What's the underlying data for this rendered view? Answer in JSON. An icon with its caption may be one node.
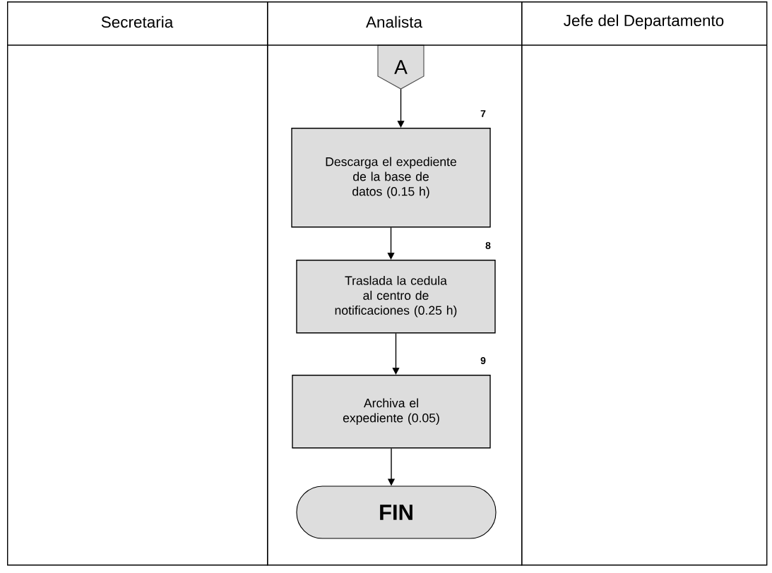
{
  "diagram": {
    "nodes": [
      {
        "text": [
          "Secretaria"
        ]
      },
      {
        "text": [
          "Analista"
        ]
      },
      {
        "text": [
          "Jefe del Departamento"
        ]
      },
      {
        "text": [
          "A"
        ],
        "in": 1
      },
      {
        "text": [
          "Descarga el expediente de la base de datos (0.15 h)"
        ],
        "beside": [
          "7"
        ],
        "in": 1
      },
      {
        "text": [
          "Traslada la cedula al centro de notificaciones (0.25 h)"
        ],
        "beside": [
          "8"
        ],
        "in": 1
      },
      {
        "text": [
          "Archiva el expediente (0.05)"
        ],
        "beside": [
          "9"
        ],
        "in": 1
      },
      {
        "text": [
          "FIN"
        ],
        "in": 1
      }
    ],
    "edges": [
      {
        "from": 3,
        "to": 4,
        "arrow": "to"
      },
      {
        "from": 4,
        "to": 5,
        "arrow": "to"
      },
      {
        "from": 5,
        "to": 6,
        "arrow": "to"
      },
      {
        "from": 6,
        "to": 7,
        "arrow": "to"
      }
    ]
  }
}
